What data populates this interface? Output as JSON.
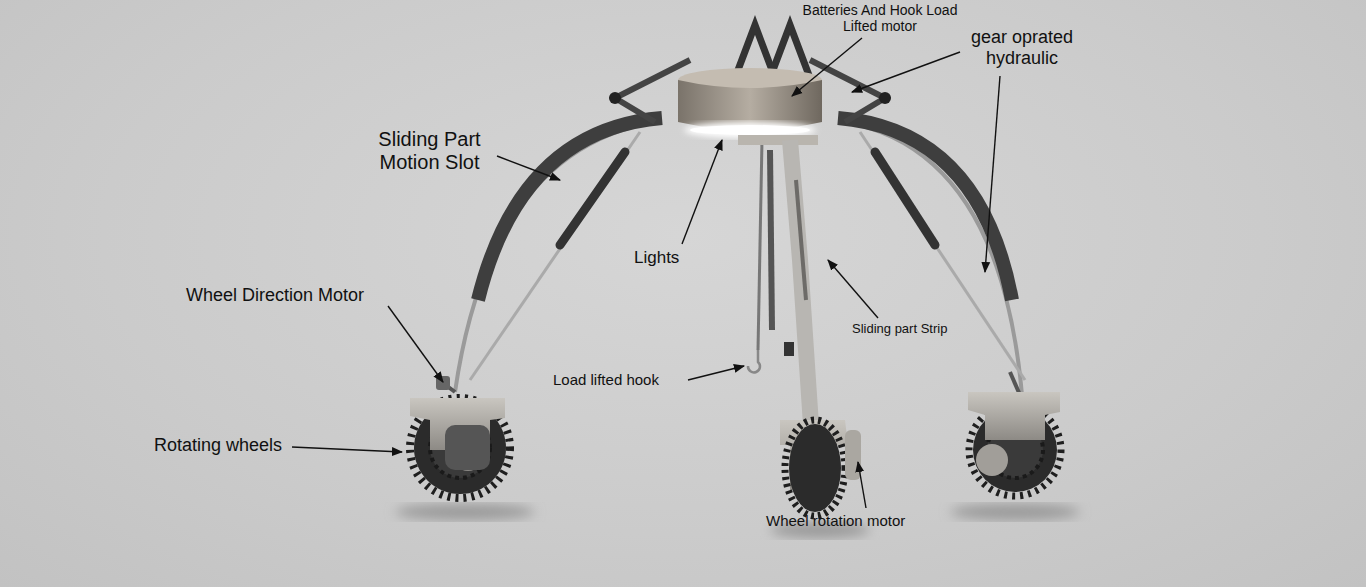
{
  "diagram": {
    "labels": [
      "Batteries And Hook Load Lifted motor",
      "gear oprated hydraulic",
      "Sliding Part Motion Slot",
      "Lights",
      "Wheel Direction Motor",
      "Load lifted hook",
      "Sliding part Strip",
      "Rotating wheels",
      "Wheel rotation motor"
    ]
  }
}
